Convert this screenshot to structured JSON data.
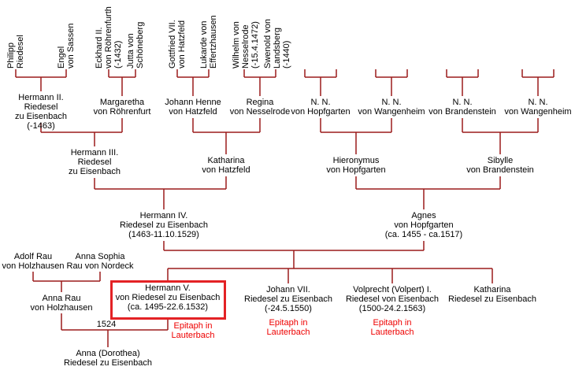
{
  "colors": {
    "connector_line": "#9b1c1c",
    "highlight_box": "#e32225",
    "note_text": "#ee0000"
  },
  "tree": {
    "generation1": [
      {
        "name": "Philipp\nRiedesel"
      },
      {
        "name": "Engel\nvon Sassen"
      },
      {
        "name": "Eckhard II.\nvon Röhrenfurth\n(-1432)"
      },
      {
        "name": "Jutta von\nSchöneberg"
      },
      {
        "name": "Gottfried VII.\nvon Hatzfeld"
      },
      {
        "name": "Lukarde von\nEffertzhausen"
      },
      {
        "name": "Wilhelm von\nNesselrode\n(-15.4.1472)"
      },
      {
        "name": "Swenold von\nLandsberg\n(-1440)"
      }
    ],
    "generation2": [
      {
        "name": "Hermann II. Riedesel\nzu Eisenbach\n(-1463)"
      },
      {
        "name": "Margaretha\nvon Röhrenfurt"
      },
      {
        "name": "Johann Henne\nvon Hatzfeld"
      },
      {
        "name": "Regina\nvon Nesselrode"
      },
      {
        "name": "N. N.\nvon Hopfgarten"
      },
      {
        "name": "N. N.\nvon Wangenheim"
      },
      {
        "name": "N. N.\nvon Brandenstein"
      },
      {
        "name": "N. N.\nvon Wangenheim"
      }
    ],
    "generation3": [
      {
        "name": "Hermann III.\nRiedesel\nzu Eisenbach"
      },
      {
        "name": "Katharina\nvon Hatzfeld"
      },
      {
        "name": "Hieronymus\nvon Hopfgarten"
      },
      {
        "name": "Sibylle\nvon Brandenstein"
      }
    ],
    "generation4": [
      {
        "name": "Hermann IV.\nRiedesel zu Eisenbach\n(1463-11.10.1529)"
      },
      {
        "name": "Agnes\nvon Hopfgarten\n(ca. 1455 - ca.1517)"
      }
    ],
    "rau_family": {
      "father": "Adolf Rau\nvon Holzhausen",
      "mother": "Anna Sophia\nRau von Nordeck",
      "daughter": "Anna Rau\nvon Holzhausen"
    },
    "generation5": [
      {
        "name": "Hermann V.\nvon Riedesel zu Eisenbach\n(ca. 1495-22.6.1532)",
        "note": "Epitaph in\nLauterbach"
      },
      {
        "name": "Johann VII.\nRiedesel zu Eisenbach\n(-24.5.1550)",
        "note": "Epitaph in\nLauterbach"
      },
      {
        "name": "Volprecht (Volpert) I.\nRiedesel von Eisenbach\n(1500-24.2.1563)",
        "note": "Epitaph in\nLauterbach"
      },
      {
        "name": "Katharina\nRiedesel zu Eisenbach"
      }
    ],
    "marriage_year": "1524",
    "generation6": [
      {
        "name": "Anna (Dorothea)\nRiedesel zu Eisenbach"
      }
    ]
  }
}
